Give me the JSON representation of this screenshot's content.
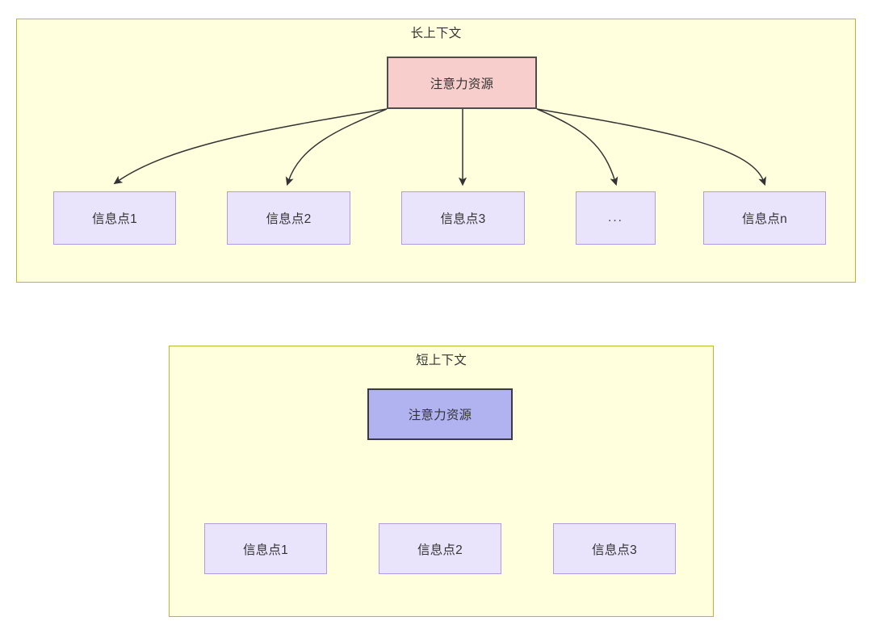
{
  "diagram": {
    "title_not_shown": "",
    "colors": {
      "group_fill": "#ffffdd",
      "group_border": "#b8b832",
      "attention_long_fill": "#f8cecc",
      "attention_long_border": "#4d4d4d",
      "attention_short_fill": "#b1b2f0",
      "attention_short_border": "#3a3a44",
      "info_fill": "#e9e4fb",
      "info_border": "#b49be0",
      "edge_stroke": "#333333",
      "text": "#333333",
      "page_background": "#ffffff"
    },
    "groups": [
      {
        "id": "long-context",
        "title": "长上下文",
        "root": {
          "label": "注意力资源"
        },
        "children": [
          {
            "label": "信息点1"
          },
          {
            "label": "信息点2"
          },
          {
            "label": "信息点3"
          },
          {
            "label": "..."
          },
          {
            "label": "信息点n"
          }
        ]
      },
      {
        "id": "short-context",
        "title": "短上下文",
        "root": {
          "label": "注意力资源"
        },
        "children": [
          {
            "label": "信息点1"
          },
          {
            "label": "信息点2"
          },
          {
            "label": "信息点3"
          }
        ]
      }
    ]
  }
}
